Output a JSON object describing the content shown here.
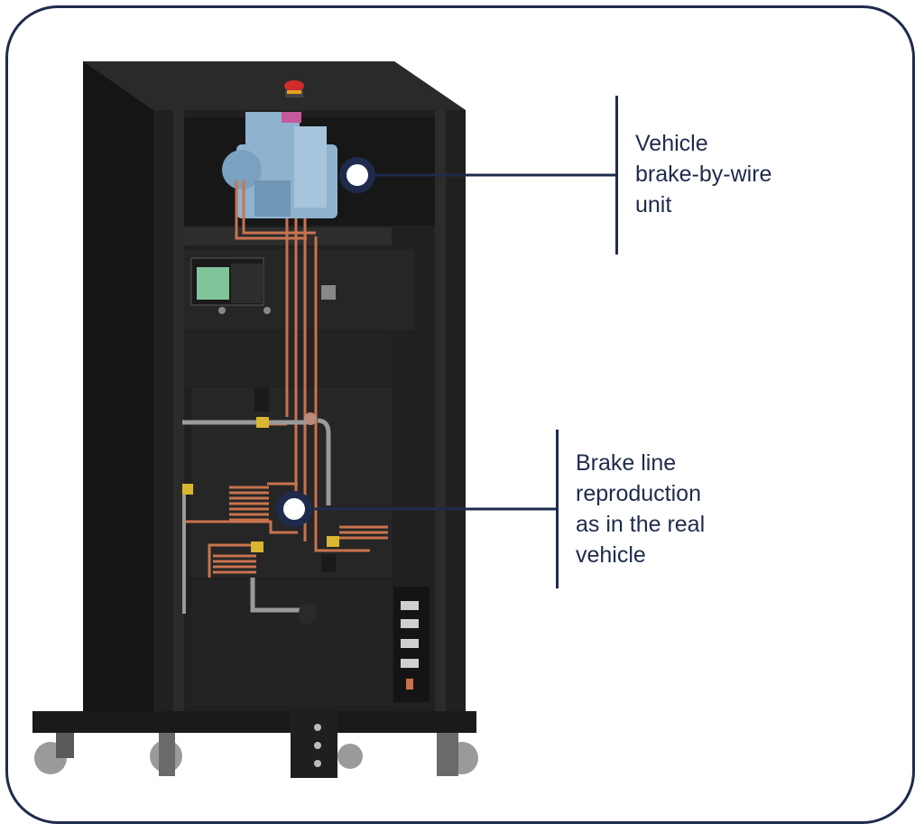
{
  "callouts": {
    "brake_by_wire": {
      "lines": [
        "Vehicle",
        "brake-by-wire",
        "unit"
      ]
    },
    "brake_line": {
      "lines": [
        "Brake line",
        "reproduction",
        "as in the real",
        "vehicle"
      ]
    }
  },
  "colors": {
    "frame": "#1f2b4d",
    "cabinet": "#1e1e1e",
    "pipe": "#c8734e",
    "unit": "#8fb3cf",
    "connector": "#7fc49a",
    "fitting": "#d9b531"
  }
}
